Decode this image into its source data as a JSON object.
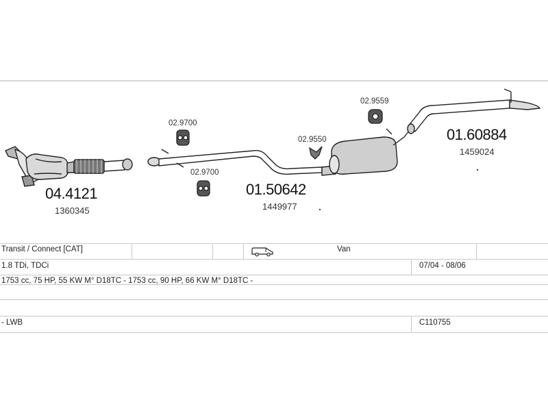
{
  "parts": {
    "cat": {
      "code": "04.4121",
      "oem": "1360345"
    },
    "mid_pipe": {
      "code": "01.50642",
      "oem": "1449977"
    },
    "rear_box": {
      "code": "01.60884",
      "oem": "1459024"
    },
    "rubber_1": "02.9700",
    "rubber_2": "02.9700",
    "clamp": "02.9550",
    "rubber_3": "02.9559"
  },
  "table": {
    "model": "Transit / Connect  [CAT]",
    "body_type": "Van",
    "engine": "1.8 TDi, TDCi",
    "years": "07/04 - 08/06",
    "engine_details": "1753 cc, 75 HP, 55 KW M° D18TC - 1753 cc, 90 HP, 66 KW M° D18TC -",
    "variant": "- LWB",
    "catalog_no": "C110755"
  },
  "icons": {
    "vehicle": "van-icon"
  }
}
